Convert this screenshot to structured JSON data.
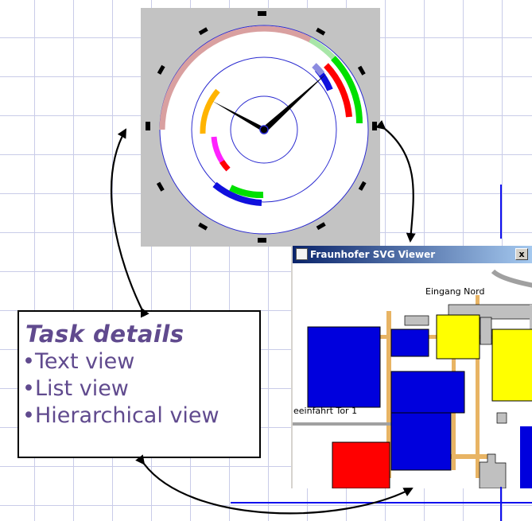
{
  "task_details": {
    "title": "Task details",
    "items": [
      {
        "bullet": "•",
        "label": "Text view"
      },
      {
        "bullet": "•",
        "label": "List view"
      },
      {
        "bullet": "•",
        "label": "Hierarchical view"
      }
    ]
  },
  "svg_viewer": {
    "title": "Fraunhofer SVG Viewer",
    "close_glyph": "x",
    "map_labels": {
      "entrance_north": "Eingang Nord",
      "gate_entry": "eeinfahrt Tor 1"
    }
  },
  "colors": {
    "label_text": "#604a8e",
    "clock_panel": "#c3c3c3",
    "grid": "#c9cce8",
    "building_blue": "#0000dd",
    "building_yellow": "#ffff00",
    "building_red": "#ff0000",
    "building_gray": "#c0c0c0",
    "road": "#e8b464"
  }
}
